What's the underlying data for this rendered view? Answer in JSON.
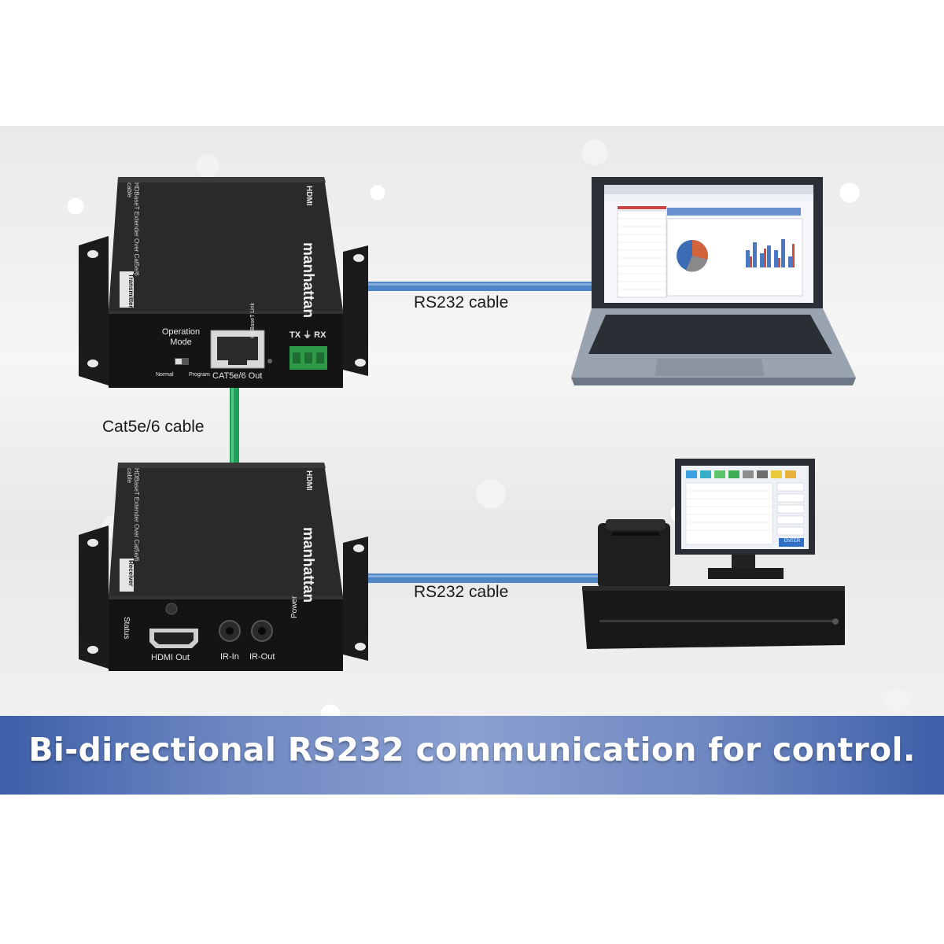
{
  "labels": {
    "rs232_top": "RS232 cable",
    "rs232_bottom": "RS232 cable",
    "cat_cable": "Cat5e/6 cable"
  },
  "transmitter": {
    "operation_mode": "Operation\nMode",
    "normal": "Normal",
    "program": "Program",
    "cat_out": "CAT5e/6 Out",
    "hdbaset_link": "HDBaseT Link",
    "tx_rx": "TX ⏚ RX",
    "side_tag": "Transmitter",
    "top_text": "HDBaseT Extender Over Cat5e/6 cable",
    "brand": "manhattan",
    "hdmi_logo": "HDMI"
  },
  "receiver": {
    "status": "Status",
    "hdmi_out": "HDMI Out",
    "ir_in": "IR-In",
    "ir_out": "IR-Out",
    "power": "Power",
    "side_tag": "Receiver",
    "top_text": "HDBaseT Extender Over Cat5e/6 cable",
    "brand": "manhattan",
    "hdmi_logo": "HDMI"
  },
  "pos": {
    "enter_button": "ENTER"
  },
  "banner": {
    "text": "Bi-directional RS232 communication for control."
  },
  "colors": {
    "rs232_cable": "#4f86c6",
    "cat_cable": "#1fa05a",
    "banner": "#5a78bb"
  }
}
